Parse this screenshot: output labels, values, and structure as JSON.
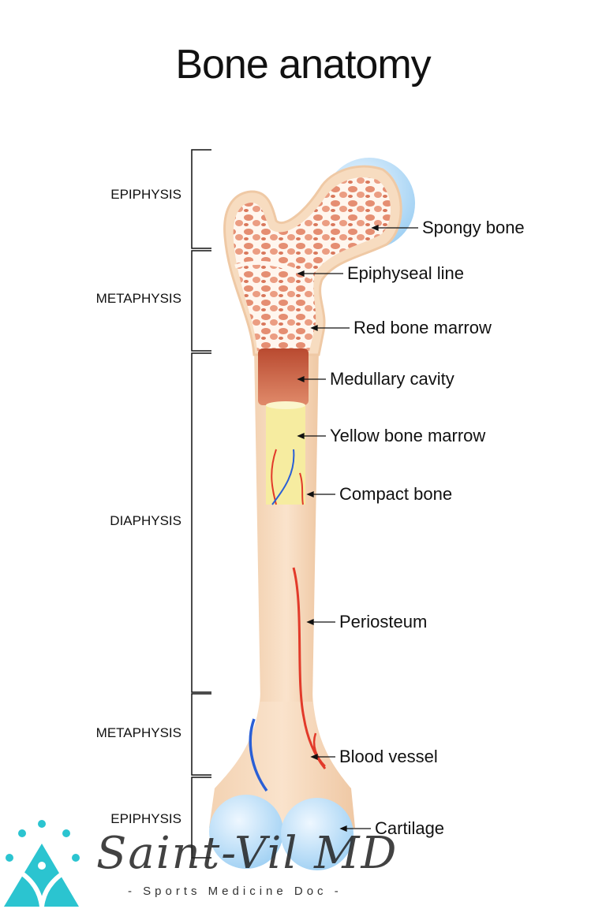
{
  "title": "Bone anatomy",
  "regions": [
    "EPIPHYSIS",
    "METAPHYSIS",
    "DIAPHYSIS",
    "METAPHYSIS",
    "EPIPHYSIS"
  ],
  "labels": {
    "spongy_bone": "Spongy bone",
    "epiphyseal_line": "Epiphyseal line",
    "red_bone_marrow": "Red bone marrow",
    "medullary_cavity": "Medullary cavity",
    "yellow_bone_marrow": "Yellow bone marrow",
    "compact_bone": "Compact bone",
    "periosteum": "Periosteum",
    "blood_vessel": "Blood vessel",
    "cartilage": "Cartilage"
  },
  "logo": {
    "name": "Saint-Vil MD",
    "tagline": "- Sports Medicine Doc -"
  },
  "colors": {
    "bone": "#f7dcc0",
    "spongy": "#e9957a",
    "cavity": "#c2553a",
    "yellow_marrow": "#f6eca0",
    "cartilage": "#bfe0f7",
    "artery": "#e23a2a",
    "vein": "#2a5fd6",
    "logo": "#2bc4d0"
  }
}
